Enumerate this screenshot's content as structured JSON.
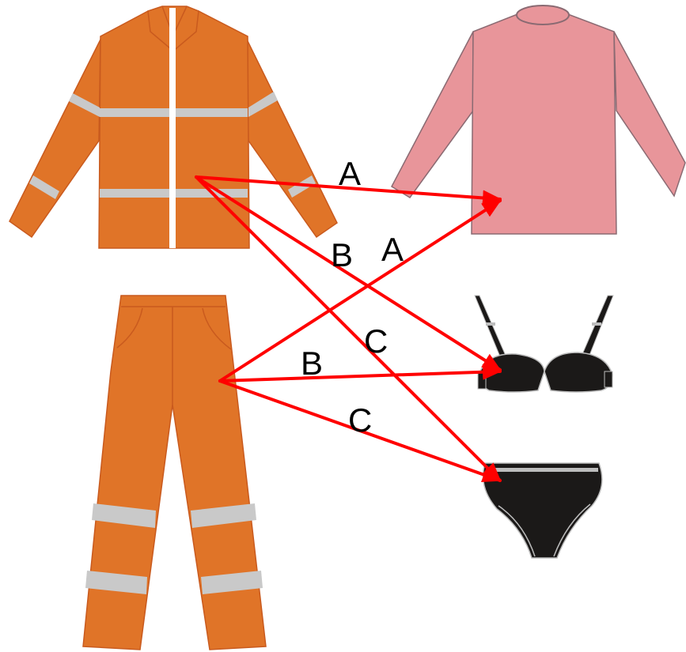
{
  "colors": {
    "hi_vis_orange": "#e07428",
    "hi_vis_outline": "#c95a1e",
    "reflective_stripe": "#c9c9c9",
    "sweater_pink": "#e8959a",
    "sweater_outline": "#8a6a72",
    "underwear_black": "#1b1918",
    "underwear_trim": "#bdbdbd",
    "arrow_red": "#ff0000",
    "background": "#ffffff"
  },
  "items": {
    "jacket": {
      "icon": "hi-vis-jacket-icon"
    },
    "trousers": {
      "icon": "hi-vis-trousers-icon"
    },
    "sweater": {
      "icon": "long-sleeve-sweater-icon"
    },
    "bra": {
      "icon": "bra-icon"
    },
    "briefs": {
      "icon": "briefs-icon"
    }
  },
  "labels": {
    "jacket_to_sweater": "A",
    "trousers_to_sweater": "A",
    "jacket_to_bra": "B",
    "trousers_to_bra": "B",
    "jacket_to_briefs": "C",
    "trousers_to_briefs": "C"
  }
}
